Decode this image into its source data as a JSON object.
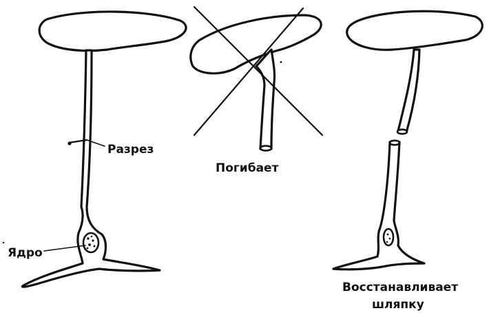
{
  "labels": {
    "cut": "Разрез",
    "nucleus": "Ядро",
    "dies": "Погибает",
    "restores_line1": "Восстанавливает",
    "restores_line2": "шляпку"
  }
}
